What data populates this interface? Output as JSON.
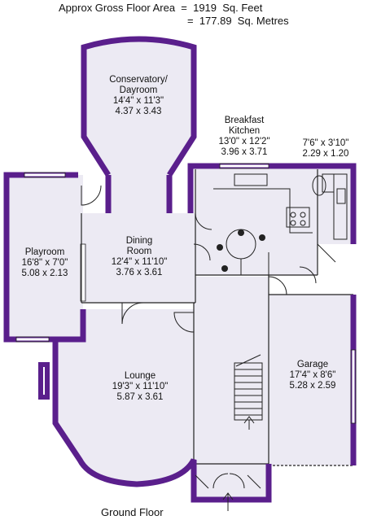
{
  "header": {
    "line1": "Approx Gross Floor Area  =  1919  Sq. Feet",
    "line2": "=  177.89  Sq. Metres"
  },
  "rooms": {
    "conservatory": {
      "name1": "Conservatory/",
      "name2": "Dayroom",
      "imperial": "14'4\" x 11'3\"",
      "metric": "4.37 x 3.43"
    },
    "kitchen": {
      "name1": "Breakfast",
      "name2": "Kitchen",
      "imperial": "13'0\" x 12'2\"",
      "metric": "3.96 x 3.71"
    },
    "utility": {
      "imperial": "7'6\" x 3'10\"",
      "metric": "2.29 x 1.20"
    },
    "playroom": {
      "name": "Playroom",
      "imperial": "16'8\" x 7'0\"",
      "metric": "5.08 x 2.13"
    },
    "dining": {
      "name1": "Dining",
      "name2": "Room",
      "imperial": "12'4\" x 11'10\"",
      "metric": "3.76 x 3.61"
    },
    "lounge": {
      "name": "Lounge",
      "imperial": "19'3\" x 11'10\"",
      "metric": "5.87 x 3.61"
    },
    "garage": {
      "name": "Garage",
      "imperial": "17'4\" x 8'6\"",
      "metric": "5.28 x 2.59"
    }
  },
  "footer": {
    "floor_label": "Ground Floor"
  },
  "colors": {
    "wall": "#5a1f8c",
    "floor": "#eceaf3",
    "line": "#222222"
  }
}
